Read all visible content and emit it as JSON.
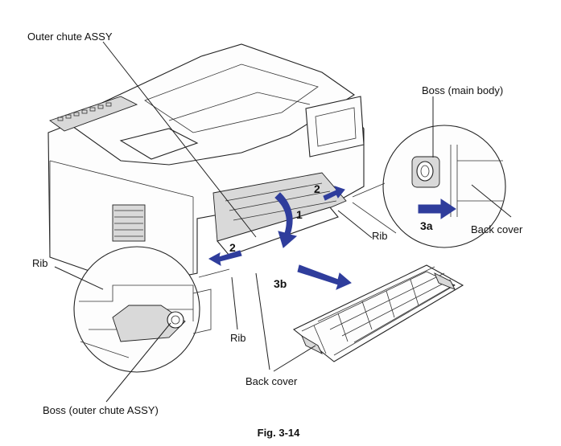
{
  "labels": {
    "outer_chute_assy": "Outer chute ASSY",
    "boss_main_body": "Boss (main body)",
    "rib_right": "Rib",
    "back_cover_right": "Back cover",
    "rib_left": "Rib",
    "rib_center": "Rib",
    "back_cover_bottom": "Back cover",
    "boss_outer_chute": "Boss (outer chute ASSY)"
  },
  "steps": {
    "step_1": "1",
    "step_2_right": "2",
    "step_2_left": "2",
    "step_3a": "3a",
    "step_3b": "3b"
  },
  "caption": "Fig. 3-14",
  "colors": {
    "arrow": "#2f3d9c",
    "line": "#222222",
    "shade": "#d9d9d9"
  }
}
